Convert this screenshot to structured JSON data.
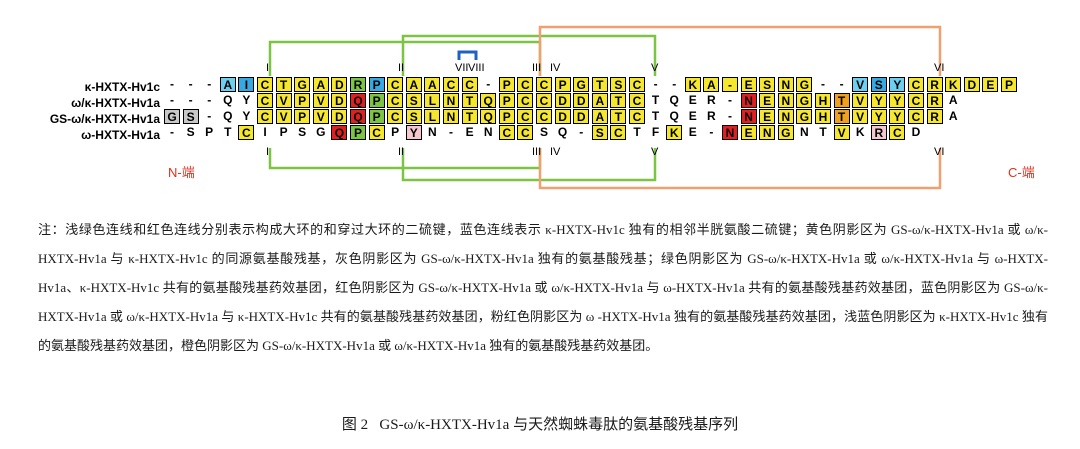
{
  "colors": {
    "yellow": "#f5e62e",
    "gray": "#c8c8c8",
    "green": "#7cc444",
    "red": "#e02020",
    "blue": "#38a8e0",
    "pink": "#f4c8d0",
    "lightblue": "#6ed0f0",
    "orange": "#f0a020",
    "bridge_green": "#7cc444",
    "bridge_blue": "#2060c0",
    "bridge_orange": "#f0a070",
    "terminal_label": "#e03020"
  },
  "figure": {
    "sequences": [
      {
        "name": "κ-HXTX-Hv1c",
        "residues": [
          "-",
          "-",
          "-",
          "A",
          "I",
          "C",
          "T",
          "G",
          "A",
          "D",
          "R",
          "P",
          "C",
          "A",
          "A",
          "C",
          "C",
          "-",
          "P",
          "C",
          "C",
          "P",
          "G",
          "T",
          "S",
          "C",
          "-",
          "-",
          "K",
          "A",
          "-",
          "E",
          "S",
          "N",
          "G",
          "-",
          "-",
          "V",
          "S",
          "Y",
          "C",
          "R",
          "K",
          "D",
          "E",
          "P"
        ],
        "shading": [
          "",
          "",
          "",
          "lightblue",
          "blue",
          "yellow",
          "yellow",
          "yellow",
          "yellow",
          "yellow",
          "green",
          "blue",
          "yellow",
          "yellow",
          "yellow",
          "yellow",
          "yellow",
          "",
          "yellow",
          "yellow",
          "yellow",
          "yellow",
          "yellow",
          "yellow",
          "yellow",
          "yellow",
          "",
          "",
          "yellow",
          "yellow",
          "yellow",
          "yellow",
          "yellow",
          "yellow",
          "yellow",
          "",
          "",
          "lightblue",
          "blue",
          "lightblue",
          "yellow",
          "yellow",
          "yellow",
          "yellow",
          "yellow",
          "yellow"
        ]
      },
      {
        "name": "ω/κ-HXTX-Hv1a",
        "residues": [
          "-",
          "-",
          "-",
          "Q",
          "Y",
          "C",
          "V",
          "P",
          "V",
          "D",
          "Q",
          "P",
          "C",
          "S",
          "L",
          "N",
          "T",
          "Q",
          "P",
          "C",
          "C",
          "D",
          "D",
          "A",
          "T",
          "C",
          "T",
          "Q",
          "E",
          "R",
          "-",
          "N",
          "E",
          "N",
          "G",
          "H",
          "T",
          "V",
          "Y",
          "Y",
          "C",
          "R",
          "A",
          "",
          "",
          ""
        ],
        "shading": [
          "",
          "",
          "",
          "",
          "",
          "yellow",
          "yellow",
          "yellow",
          "yellow",
          "yellow",
          "red",
          "green",
          "yellow",
          "yellow",
          "yellow",
          "yellow",
          "yellow",
          "yellow",
          "yellow",
          "yellow",
          "yellow",
          "yellow",
          "yellow",
          "yellow",
          "yellow",
          "yellow",
          "",
          "",
          "",
          "",
          "",
          "red",
          "yellow",
          "yellow",
          "yellow",
          "yellow",
          "orange",
          "yellow",
          "yellow",
          "yellow",
          "yellow",
          "yellow",
          "",
          "",
          "",
          ""
        ]
      },
      {
        "name": "GS-ω/κ-HXTX-Hv1a",
        "residues": [
          "G",
          "S",
          "-",
          "Q",
          "Y",
          "C",
          "V",
          "P",
          "V",
          "D",
          "Q",
          "P",
          "C",
          "S",
          "L",
          "N",
          "T",
          "Q",
          "P",
          "C",
          "C",
          "D",
          "D",
          "A",
          "T",
          "C",
          "T",
          "Q",
          "E",
          "R",
          "-",
          "N",
          "E",
          "N",
          "G",
          "H",
          "T",
          "V",
          "Y",
          "Y",
          "C",
          "R",
          "A",
          "",
          "",
          ""
        ],
        "shading": [
          "gray",
          "gray",
          "",
          "",
          "",
          "yellow",
          "yellow",
          "yellow",
          "yellow",
          "yellow",
          "red",
          "green",
          "yellow",
          "yellow",
          "yellow",
          "yellow",
          "yellow",
          "yellow",
          "yellow",
          "yellow",
          "yellow",
          "yellow",
          "yellow",
          "yellow",
          "yellow",
          "yellow",
          "",
          "",
          "",
          "",
          "",
          "red",
          "yellow",
          "yellow",
          "yellow",
          "yellow",
          "orange",
          "yellow",
          "yellow",
          "yellow",
          "yellow",
          "yellow",
          "",
          "",
          "",
          ""
        ]
      },
      {
        "name": "ω-HXTX-Hv1a",
        "residues": [
          "-",
          "S",
          "P",
          "T",
          "C",
          "I",
          "P",
          "S",
          "G",
          "Q",
          "P",
          "C",
          "P",
          "Y",
          "N",
          "-",
          "E",
          "N",
          "C",
          "C",
          "S",
          "Q",
          "-",
          "S",
          "C",
          "T",
          "F",
          "K",
          "E",
          "-",
          "N",
          "E",
          "N",
          "G",
          "N",
          "T",
          "V",
          "K",
          "R",
          "C",
          "D",
          "",
          "",
          "",
          "",
          ""
        ],
        "shading": [
          "",
          "",
          "",
          "",
          "yellow",
          "",
          "",
          "",
          "",
          "red",
          "green",
          "yellow",
          "",
          "pink",
          "",
          "",
          "",
          "",
          "yellow",
          "yellow",
          "",
          "",
          "",
          "yellow",
          "yellow",
          "",
          "",
          "yellow",
          "",
          "",
          "red",
          "yellow",
          "yellow",
          "yellow",
          "",
          "",
          "yellow",
          "",
          "pink",
          "yellow",
          "",
          "",
          "",
          "",
          "",
          ""
        ]
      }
    ],
    "bridge_labels": [
      "I",
      "II",
      "III",
      "IV",
      "V",
      "VI",
      "VII",
      "VIII"
    ],
    "terminal_labels": {
      "n": "N-端",
      "c": "C-端"
    }
  },
  "note": {
    "text": "注：浅绿色连线和红色连线分别表示构成大环的和穿过大环的二硫键，蓝色连线表示 κ-HXTX-Hv1c 独有的相邻半胱氨酸二硫键；黄色阴影区为 GS-ω/κ-HXTX-Hv1a 或 ω/κ-HXTX-Hv1a 与 κ-HXTX-Hv1c 的同源氨基酸残基，灰色阴影区为 GS-ω/κ-HXTX-Hv1a 独有的氨基酸残基；绿色阴影区为 GS-ω/κ-HXTX-Hv1a 或 ω/κ-HXTX-Hv1a 与 ω-HXTX-Hv1a、κ-HXTX-Hv1c 共有的氨基酸残基药效基团，红色阴影区为 GS-ω/κ-HXTX-Hv1a 或 ω/κ-HXTX-Hv1a 与 ω-HXTX-Hv1a 共有的氨基酸残基药效基团，蓝色阴影区为 GS-ω/κ-HXTX-Hv1a 或 ω/κ-HXTX-Hv1a 与 κ-HXTX-Hv1c 共有的氨基酸残基药效基团，粉红色阴影区为 ω -HXTX-Hv1a 独有的氨基酸残基药效基团，浅蓝色阴影区为 κ-HXTX-Hv1c 独有的氨基酸残基药效基团，橙色阴影区为 GS-ω/κ-HXTX-Hv1a 或 ω/κ-HXTX-Hv1a 独有的氨基酸残基药效基团。"
  },
  "caption": {
    "number": "图 2",
    "title": "GS-ω/κ-HXTX-Hv1a 与天然蜘蛛毒肽的氨基酸残基序列"
  }
}
